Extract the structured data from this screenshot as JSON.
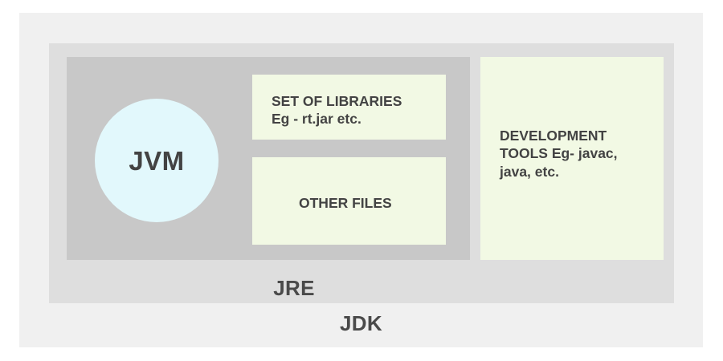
{
  "diagram": {
    "title": "JDK / JRE / JVM architecture",
    "type": "nested-containment-diagram",
    "background_color": "#ffffff",
    "tiers": [
      {
        "id": "jdk",
        "label": "JDK",
        "color": "#f0f0f0",
        "text_color": "#4a4a4a"
      },
      {
        "id": "jre",
        "label": "JRE",
        "color": "#dedede",
        "text_color": "#4a4a4a"
      },
      {
        "id": "inner-panel",
        "label": "",
        "color": "#c8c8c8",
        "text_color": "#434343"
      }
    ],
    "jvm": {
      "label": "JVM",
      "shape": "circle",
      "color": "#e2f8fc",
      "text_color": "#434343"
    },
    "cards": [
      {
        "id": "libraries",
        "text": "SET OF LIBRARIES\nEg - rt.jar etc.",
        "color": "#f2f9e4",
        "text_color": "#434343"
      },
      {
        "id": "other-files",
        "text": "OTHER FILES",
        "color": "#f2f9e4",
        "text_color": "#434343"
      },
      {
        "id": "development-tools",
        "text": "DEVELOPMENT\nTOOLS Eg- javac,\njava, etc.",
        "color": "#f2f9e4",
        "text_color": "#434343"
      }
    ]
  }
}
